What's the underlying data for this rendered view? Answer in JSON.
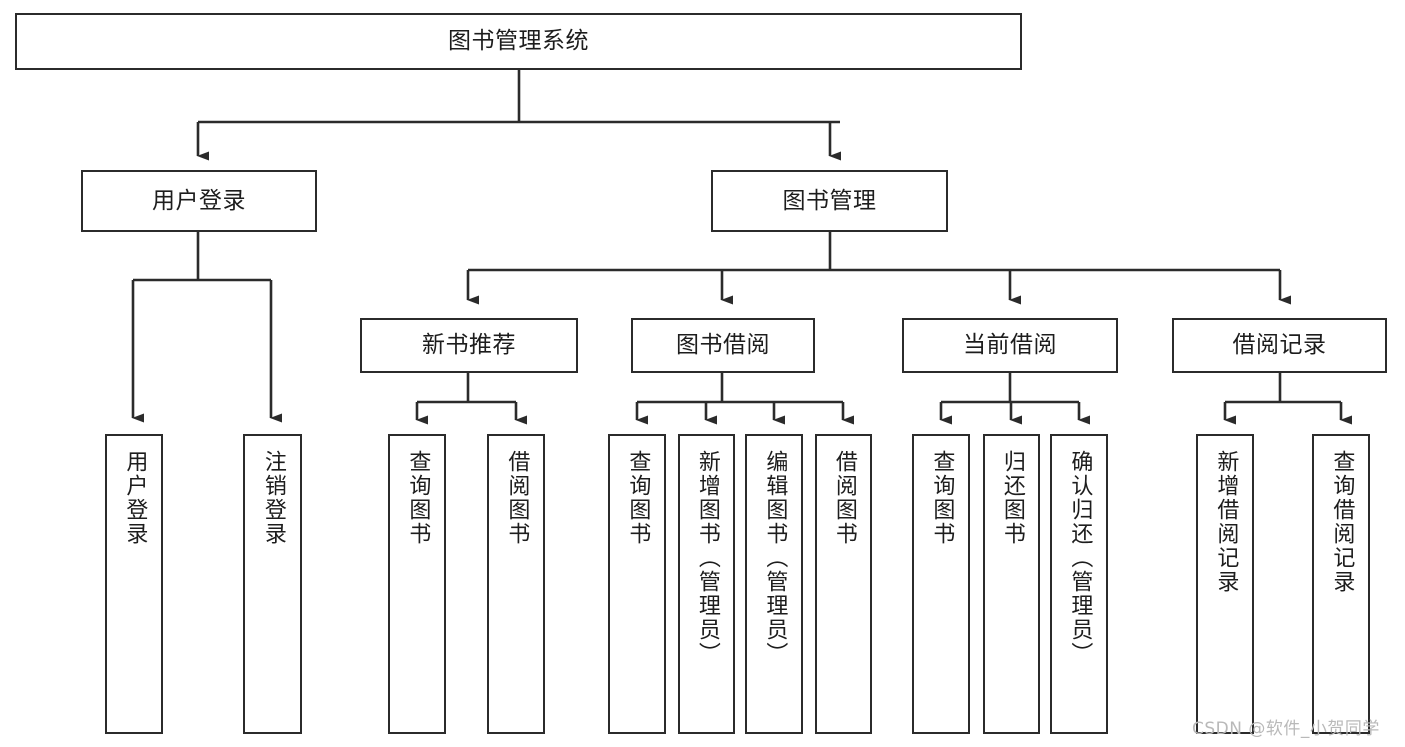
{
  "diagram": {
    "title": "图书管理系统",
    "type": "tree-hierarchy-diagram",
    "colors": {
      "box_border": "#2b2b2b",
      "box_fill": "#ffffff",
      "edge": "#2b2b2b",
      "text": "#1d1d1d",
      "watermark": "#b9b9b9",
      "canvas": "#ffffff"
    },
    "nodes": {
      "root": "图书管理系统",
      "level2": {
        "user_login": "用户登录",
        "book_manage": "图书管理"
      },
      "level3": {
        "new_book_recommend": "新书推荐",
        "book_borrow": "图书借阅",
        "current_borrow": "当前借阅",
        "borrow_record": "借阅记录"
      },
      "leaves": {
        "user_login_1": "用户登录",
        "user_login_2": "注销登录",
        "new_book_1": "查询图书",
        "new_book_2": "借阅图书",
        "book_borrow_1": "查询图书",
        "book_borrow_2": "新增图书（管理员）",
        "book_borrow_3": "编辑图书（管理员）",
        "book_borrow_4": "借阅图书",
        "current_borrow_1": "查询图书",
        "current_borrow_2": "归还图书",
        "current_borrow_3": "确认归还（管理员）",
        "borrow_record_1": "新增借阅记录",
        "borrow_record_2": "查询借阅记录"
      }
    },
    "watermark": "CSDN @软件_小贺同学"
  }
}
